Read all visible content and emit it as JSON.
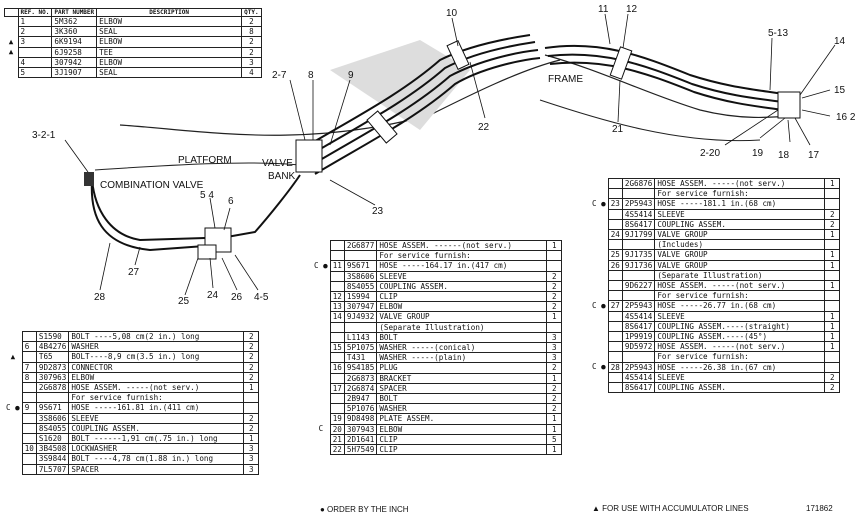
{
  "labels": {
    "l10": "10",
    "l11": "11",
    "l12": "12",
    "l5_13": "5-13",
    "l14": "14",
    "l15": "15",
    "l16_2": "16 2",
    "l2_20": "2-20",
    "l19": "19",
    "l18": "18",
    "l17": "17",
    "l21": "21",
    "l22": "22",
    "l2_7": "2-7",
    "l8": "8",
    "l9": "9",
    "frame": "FRAME",
    "platform": "PLATFORM",
    "valve_bank_1": "VALVE",
    "valve_bank_2": "BANK",
    "l3_2_1": "3-2-1",
    "combination_valve": "COMBINATION VALVE",
    "l5_4": "5 4",
    "l6": "6",
    "l23": "23",
    "l28": "28",
    "l27": "27",
    "l25": "25",
    "l24": "24",
    "l26": "26",
    "l4_5": "4-5"
  },
  "table_top": {
    "header": {
      "ref": "REF. NO.",
      "part": "PART NUMBER",
      "desc": "DESCRIPTION",
      "qty": "QTY."
    },
    "rows": [
      {
        "mark": "",
        "ref": "1",
        "part": "5M362",
        "desc": "ELBOW",
        "qty": "2"
      },
      {
        "mark": "",
        "ref": "2",
        "part": "3K360",
        "desc": "SEAL",
        "qty": "8"
      },
      {
        "mark": "▲",
        "ref": "3",
        "part": "6K9194",
        "desc": "ELBOW",
        "qty": "2"
      },
      {
        "mark": "▲",
        "ref": "",
        "part": "6J9258",
        "desc": "TEE",
        "qty": "2"
      },
      {
        "mark": "",
        "ref": "4",
        "part": "307942",
        "desc": "ELBOW",
        "qty": "3"
      },
      {
        "mark": "",
        "ref": "5",
        "part": "3J1907",
        "desc": "SEAL",
        "qty": "4"
      }
    ]
  },
  "table_left": {
    "rows": [
      {
        "mark": "",
        "ref": "",
        "part": "S1590",
        "desc": "BOLT ----5,08 cm(2 in.) long",
        "qty": "2"
      },
      {
        "mark": "",
        "ref": "6",
        "part": "4B4276",
        "desc": "WASHER",
        "qty": "2"
      },
      {
        "mark": "▲",
        "ref": "",
        "part": "T65",
        "desc": "BOLT----8,9 cm(3.5 in.) long",
        "qty": "2"
      },
      {
        "mark": "",
        "ref": "7",
        "part": "9D2873",
        "desc": "CONNECTOR",
        "qty": "2"
      },
      {
        "mark": "",
        "ref": "8",
        "part": "307963",
        "desc": "ELBOW",
        "qty": "2"
      },
      {
        "mark": "",
        "ref": "",
        "part": "2G6878",
        "desc": "HOSE ASSEM. -----(not serv.)",
        "qty": "1"
      },
      {
        "mark": "",
        "ref": "",
        "part": "",
        "desc": "    For service furnish:",
        "qty": ""
      },
      {
        "mark": "C ●",
        "ref": "9",
        "part": "9S671",
        "desc": "    HOSE -----161.81 in.(411 cm)",
        "qty": ""
      },
      {
        "mark": "",
        "ref": "",
        "part": "3S8606",
        "desc": "    SLEEVE",
        "qty": "2"
      },
      {
        "mark": "",
        "ref": "",
        "part": "8S4055",
        "desc": "    COUPLING ASSEM.",
        "qty": "2"
      },
      {
        "mark": "",
        "ref": "",
        "part": "S1620",
        "desc": "BOLT ------1,91 cm(.75 in.) long",
        "qty": "1"
      },
      {
        "mark": "",
        "ref": "10",
        "part": "3B4508",
        "desc": "LOCKWASHER",
        "qty": "3"
      },
      {
        "mark": "",
        "ref": "",
        "part": "3S9844",
        "desc": "BOLT ----4,78 cm(1.88 in.) long",
        "qty": "3"
      },
      {
        "mark": "",
        "ref": "",
        "part": "7L5707",
        "desc": "SPACER",
        "qty": "3"
      }
    ]
  },
  "table_mid": {
    "rows": [
      {
        "mark": "",
        "ref": "",
        "part": "2G6877",
        "desc": "HOSE ASSEM. ------(not serv.)",
        "qty": "1"
      },
      {
        "mark": "",
        "ref": "",
        "part": "",
        "desc": "     For service furnish:",
        "qty": ""
      },
      {
        "mark": "C ●",
        "ref": "11",
        "part": "9S671",
        "desc": "     HOSE -----164.17 in.(417 cm)",
        "qty": ""
      },
      {
        "mark": "",
        "ref": "",
        "part": "3S8606",
        "desc": "     SLEEVE",
        "qty": "2"
      },
      {
        "mark": "",
        "ref": "",
        "part": "8S4055",
        "desc": "     COUPLING ASSEM.",
        "qty": "2"
      },
      {
        "mark": "",
        "ref": "12",
        "part": "1S994",
        "desc": "CLIP",
        "qty": "2"
      },
      {
        "mark": "",
        "ref": "13",
        "part": "307947",
        "desc": "ELBOW",
        "qty": "2"
      },
      {
        "mark": "",
        "ref": "14",
        "part": "9J4932",
        "desc": "VALVE GROUP",
        "qty": "1"
      },
      {
        "mark": "",
        "ref": "",
        "part": "",
        "desc": "     (Separate Illustration)",
        "qty": ""
      },
      {
        "mark": "",
        "ref": "",
        "part": "L1143",
        "desc": "BOLT",
        "qty": "3"
      },
      {
        "mark": "",
        "ref": "15",
        "part": "5P1075",
        "desc": "WASHER -----(conical)",
        "qty": "3"
      },
      {
        "mark": "",
        "ref": "",
        "part": "T431",
        "desc": "WASHER -----(plain)",
        "qty": "3"
      },
      {
        "mark": "",
        "ref": "16",
        "part": "9S4185",
        "desc": "PLUG",
        "qty": "2"
      },
      {
        "mark": "",
        "ref": "",
        "part": "2G6873",
        "desc": "BRACKET",
        "qty": "1"
      },
      {
        "mark": "",
        "ref": "17",
        "part": "2G6874",
        "desc": "SPACER",
        "qty": "2"
      },
      {
        "mark": "",
        "ref": "",
        "part": "2B947",
        "desc": "BOLT",
        "qty": "2"
      },
      {
        "mark": "",
        "ref": "",
        "part": "5P1076",
        "desc": "WASHER",
        "qty": "2"
      },
      {
        "mark": "",
        "ref": "19",
        "part": "9D8498",
        "desc": "PLATE ASSEM.",
        "qty": "1"
      },
      {
        "mark": "C",
        "ref": "20",
        "part": "307943",
        "desc": "ELBOW",
        "qty": "1"
      },
      {
        "mark": "",
        "ref": "21",
        "part": "2D1641",
        "desc": "CLIP",
        "qty": "5"
      },
      {
        "mark": "",
        "ref": "22",
        "part": "5H7549",
        "desc": "CLIP",
        "qty": "1"
      }
    ]
  },
  "table_right": {
    "rows": [
      {
        "mark": "",
        "ref": "",
        "part": "2G6876",
        "desc": "HOSE ASSEM. -----(not serv.)",
        "qty": "1"
      },
      {
        "mark": "",
        "ref": "",
        "part": "",
        "desc": "    For service furnish:",
        "qty": ""
      },
      {
        "mark": "C ●",
        "ref": "23",
        "part": "2P5943",
        "desc": "    HOSE -----181.1 in.(68 cm)",
        "qty": ""
      },
      {
        "mark": "",
        "ref": "",
        "part": "4S5414",
        "desc": "    SLEEVE",
        "qty": "2"
      },
      {
        "mark": "",
        "ref": "",
        "part": "8S6417",
        "desc": "    COUPLING ASSEM.",
        "qty": "2"
      },
      {
        "mark": "",
        "ref": "24",
        "part": "9J1799",
        "desc": "VALVE GROUP",
        "qty": "1"
      },
      {
        "mark": "",
        "ref": "",
        "part": "",
        "desc": "    (Includes)",
        "qty": ""
      },
      {
        "mark": "",
        "ref": "25",
        "part": "9J1735",
        "desc": "VALVE GROUP",
        "qty": "1"
      },
      {
        "mark": "",
        "ref": "26",
        "part": "9J1736",
        "desc": "VALVE GROUP",
        "qty": "1"
      },
      {
        "mark": "",
        "ref": "",
        "part": "",
        "desc": "    (Separate Illustration)",
        "qty": ""
      },
      {
        "mark": "",
        "ref": "",
        "part": "9D6227",
        "desc": "HOSE ASSEM. -----(not serv.)",
        "qty": "1"
      },
      {
        "mark": "",
        "ref": "",
        "part": "",
        "desc": "    For service furnish:",
        "qty": ""
      },
      {
        "mark": "C ●",
        "ref": "27",
        "part": "2P5943",
        "desc": "    HOSE -----26.77 in.(68 cm)",
        "qty": ""
      },
      {
        "mark": "",
        "ref": "",
        "part": "4S5414",
        "desc": "    SLEEVE",
        "qty": "1"
      },
      {
        "mark": "",
        "ref": "",
        "part": "8S6417",
        "desc": "    COUPLING ASSEM.----(straight)",
        "qty": "1"
      },
      {
        "mark": "",
        "ref": "",
        "part": "1P9919",
        "desc": "    COUPLING ASSEM.----(45°)",
        "qty": "1"
      },
      {
        "mark": "",
        "ref": "",
        "part": "9D5972",
        "desc": "HOSE ASSEM. -----(not serv.)",
        "qty": "1"
      },
      {
        "mark": "",
        "ref": "",
        "part": "",
        "desc": "    For service furnish:",
        "qty": ""
      },
      {
        "mark": "C ●",
        "ref": "28",
        "part": "2P5943",
        "desc": "    HOSE -----26.38 in.(67 cm)",
        "qty": ""
      },
      {
        "mark": "",
        "ref": "",
        "part": "4S5414",
        "desc": "    SLEEVE",
        "qty": "2"
      },
      {
        "mark": "",
        "ref": "",
        "part": "8S6417",
        "desc": "    COUPLING ASSEM.",
        "qty": "2"
      }
    ]
  },
  "footnotes": {
    "order_by_inch": "● ORDER BY THE INCH",
    "accumulator": "▲ FOR USE WITH ACCUMULATOR LINES",
    "figure_number": "171862"
  }
}
